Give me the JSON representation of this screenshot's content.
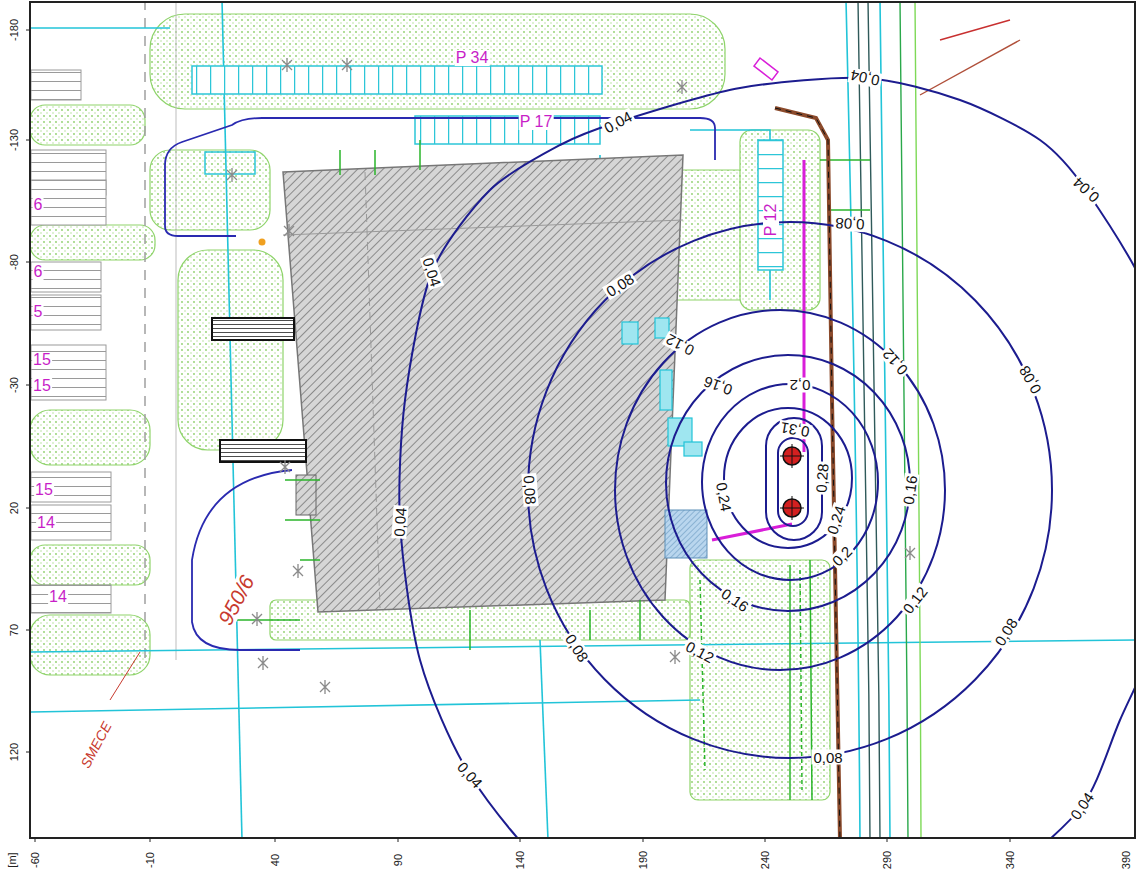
{
  "diagram": {
    "labels": [
      "0,04",
      "0,04",
      "0,04",
      "0,04",
      "0,04",
      "0,04",
      "0,04",
      "0,08",
      "0,08",
      "0,08",
      "0,08",
      "0,08",
      "0,08",
      "0,08",
      "0,12",
      "0,12",
      "0,12",
      "0,12",
      "0,16",
      "0,16",
      "0,16",
      "0,2",
      "0,2",
      "0,24",
      "0,24",
      "0,28",
      "0,31",
      "-180",
      "-130",
      "-80",
      "-30",
      "20",
      "70",
      "120",
      "[m]",
      "-60",
      "-10",
      "40",
      "90",
      "140",
      "190",
      "240",
      "290",
      "340",
      "390",
      "P 34",
      "P 17",
      "P 12",
      "950/6",
      "SMECE",
      "6",
      "6",
      "5",
      "15",
      "15",
      "15",
      "14",
      "14"
    ]
  }
}
